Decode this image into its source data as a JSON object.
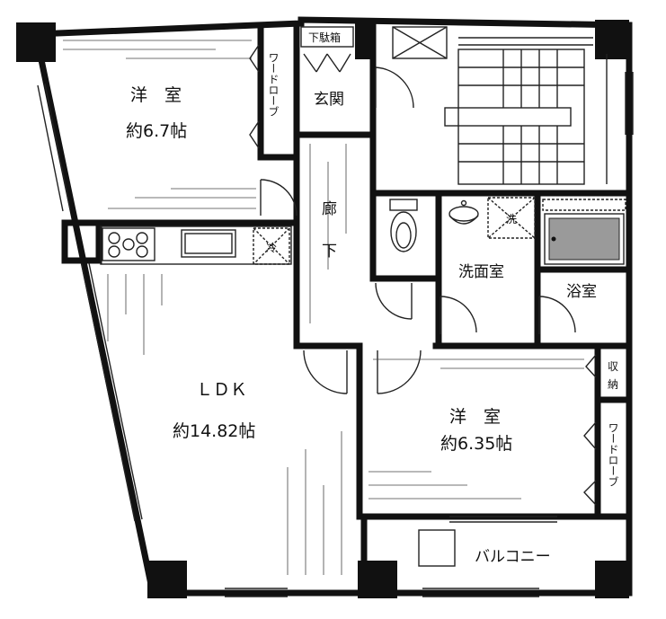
{
  "rooms": {
    "western_room_1": {
      "name": "洋　室",
      "size": "約6.7帖"
    },
    "western_room_2": {
      "name": "洋　室",
      "size": "約6.35帖"
    },
    "ldk": {
      "name": "ＬＤＫ",
      "size": "約14.82帖"
    },
    "entrance": "玄関",
    "shoe_cabinet": "下駄箱",
    "corridor_1": "廊",
    "corridor_2": "下",
    "washroom": "洗面室",
    "bathroom": "浴室",
    "storage_1": "収",
    "storage_2": "納",
    "wardrobe_1": "ワードローブ",
    "wardrobe_2": "ワードローブ",
    "balcony": "バルコニー",
    "fridge": "冷",
    "washer": "洗"
  }
}
